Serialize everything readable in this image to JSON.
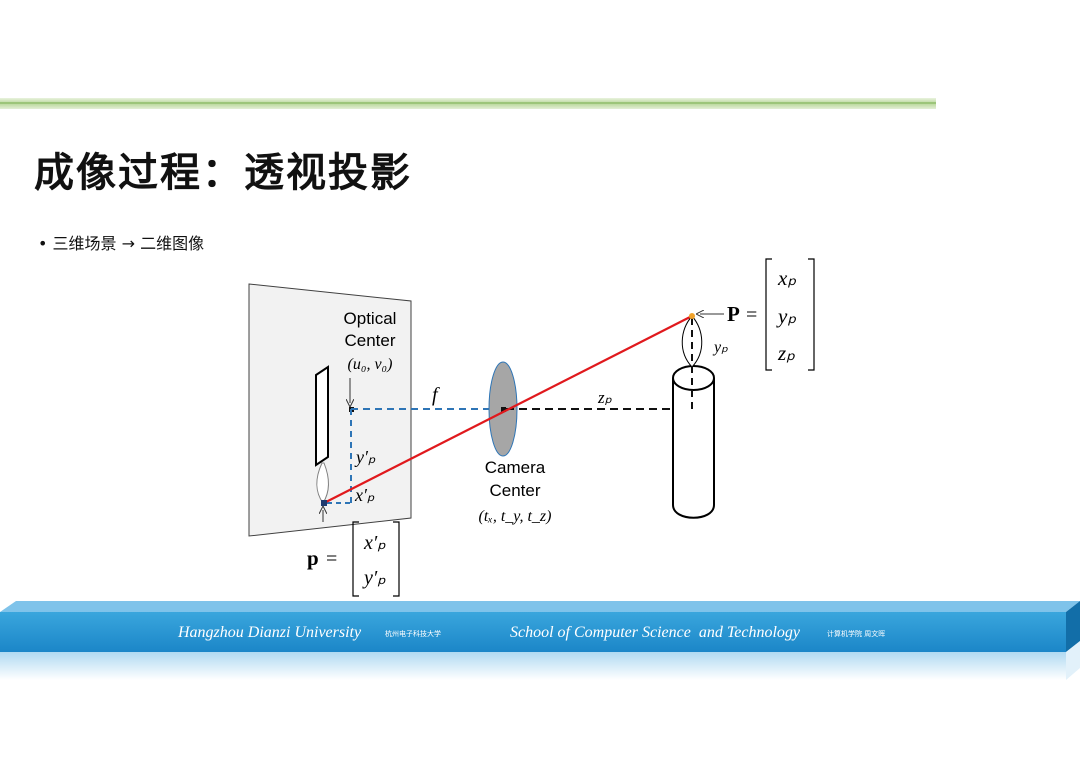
{
  "slide": {
    "title": "成像过程：透视投影",
    "bullet": "三维场景 → 二维图像"
  },
  "diagram": {
    "optical_center_label_1": "Optical",
    "optical_center_label_2": "Center",
    "optical_center_coords": "(u₀, v₀)",
    "camera_center_label_1": "Camera",
    "camera_center_label_2": "Center",
    "camera_center_coords": "(tₓ, t_y, t_z)",
    "focal_label": "f",
    "depth_label": "zₚ",
    "height_label": "yₚ",
    "image_y_label": "y′ₚ",
    "image_x_label": "x′ₚ",
    "world_point_symbol": "P",
    "world_point_vector": [
      "xₚ",
      "yₚ",
      "zₚ"
    ],
    "image_point_symbol": "p",
    "image_point_vector": [
      "x′ₚ",
      "y′ₚ"
    ],
    "equals": "="
  },
  "footer": {
    "university": "Hangzhou Dianzi University",
    "university_cn": "杭州电子科技大学",
    "school": "School of Computer Science  and Technology",
    "school_cn": "计算机学院  周文晖"
  },
  "colors": {
    "header_line": "#b9d79a",
    "ray": "#e0191d",
    "dashed_blue": "#2e75b6",
    "lens": "#a6a6a6",
    "footer_blue": "#1f8fd0"
  }
}
